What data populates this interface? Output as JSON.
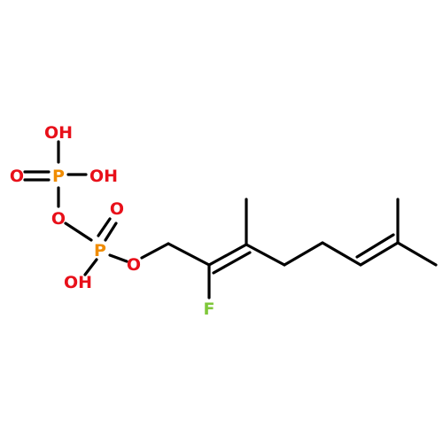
{
  "colors": {
    "bond": "#000000",
    "oxygen": "#e8101a",
    "phosphorus": "#f08c00",
    "fluorine": "#7fc73a"
  },
  "atoms": {
    "oh_top": "OH",
    "oh_right": "OH",
    "o_double_1": "O",
    "p_1": "P",
    "o_bridge": "O",
    "o_double_2": "O",
    "p_2": "P",
    "oh_bottom": "OH",
    "o_ester": "O",
    "f": "F"
  }
}
